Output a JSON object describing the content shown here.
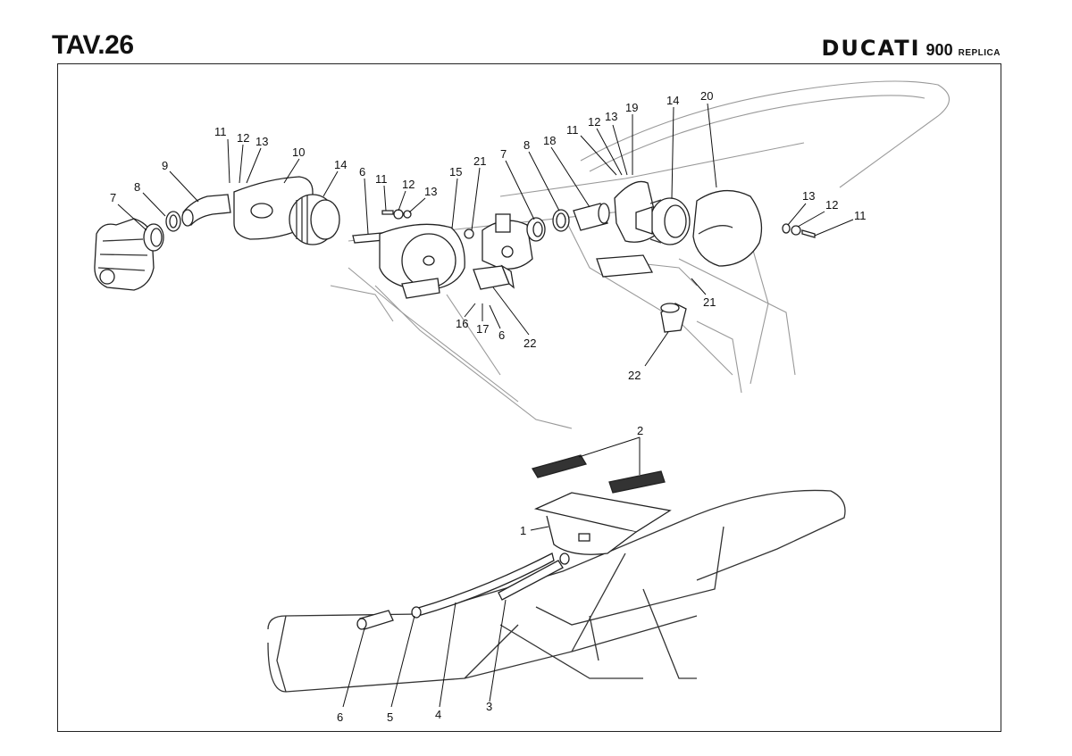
{
  "header": {
    "title": "TAV.26",
    "brand_logo": "DUCATI",
    "brand_model": "900",
    "brand_sub": "REPLICA"
  },
  "callouts": {
    "top": [
      "11",
      "12",
      "13",
      "10",
      "9",
      "8",
      "7",
      "14",
      "6",
      "11",
      "12",
      "13",
      "15",
      "21",
      "7",
      "8",
      "18",
      "11",
      "12",
      "13",
      "19",
      "14",
      "20",
      "13",
      "12",
      "11",
      "21",
      "16",
      "17",
      "6",
      "22",
      "22"
    ],
    "bottom": [
      "2",
      "1",
      "6",
      "5",
      "4",
      "3"
    ]
  }
}
